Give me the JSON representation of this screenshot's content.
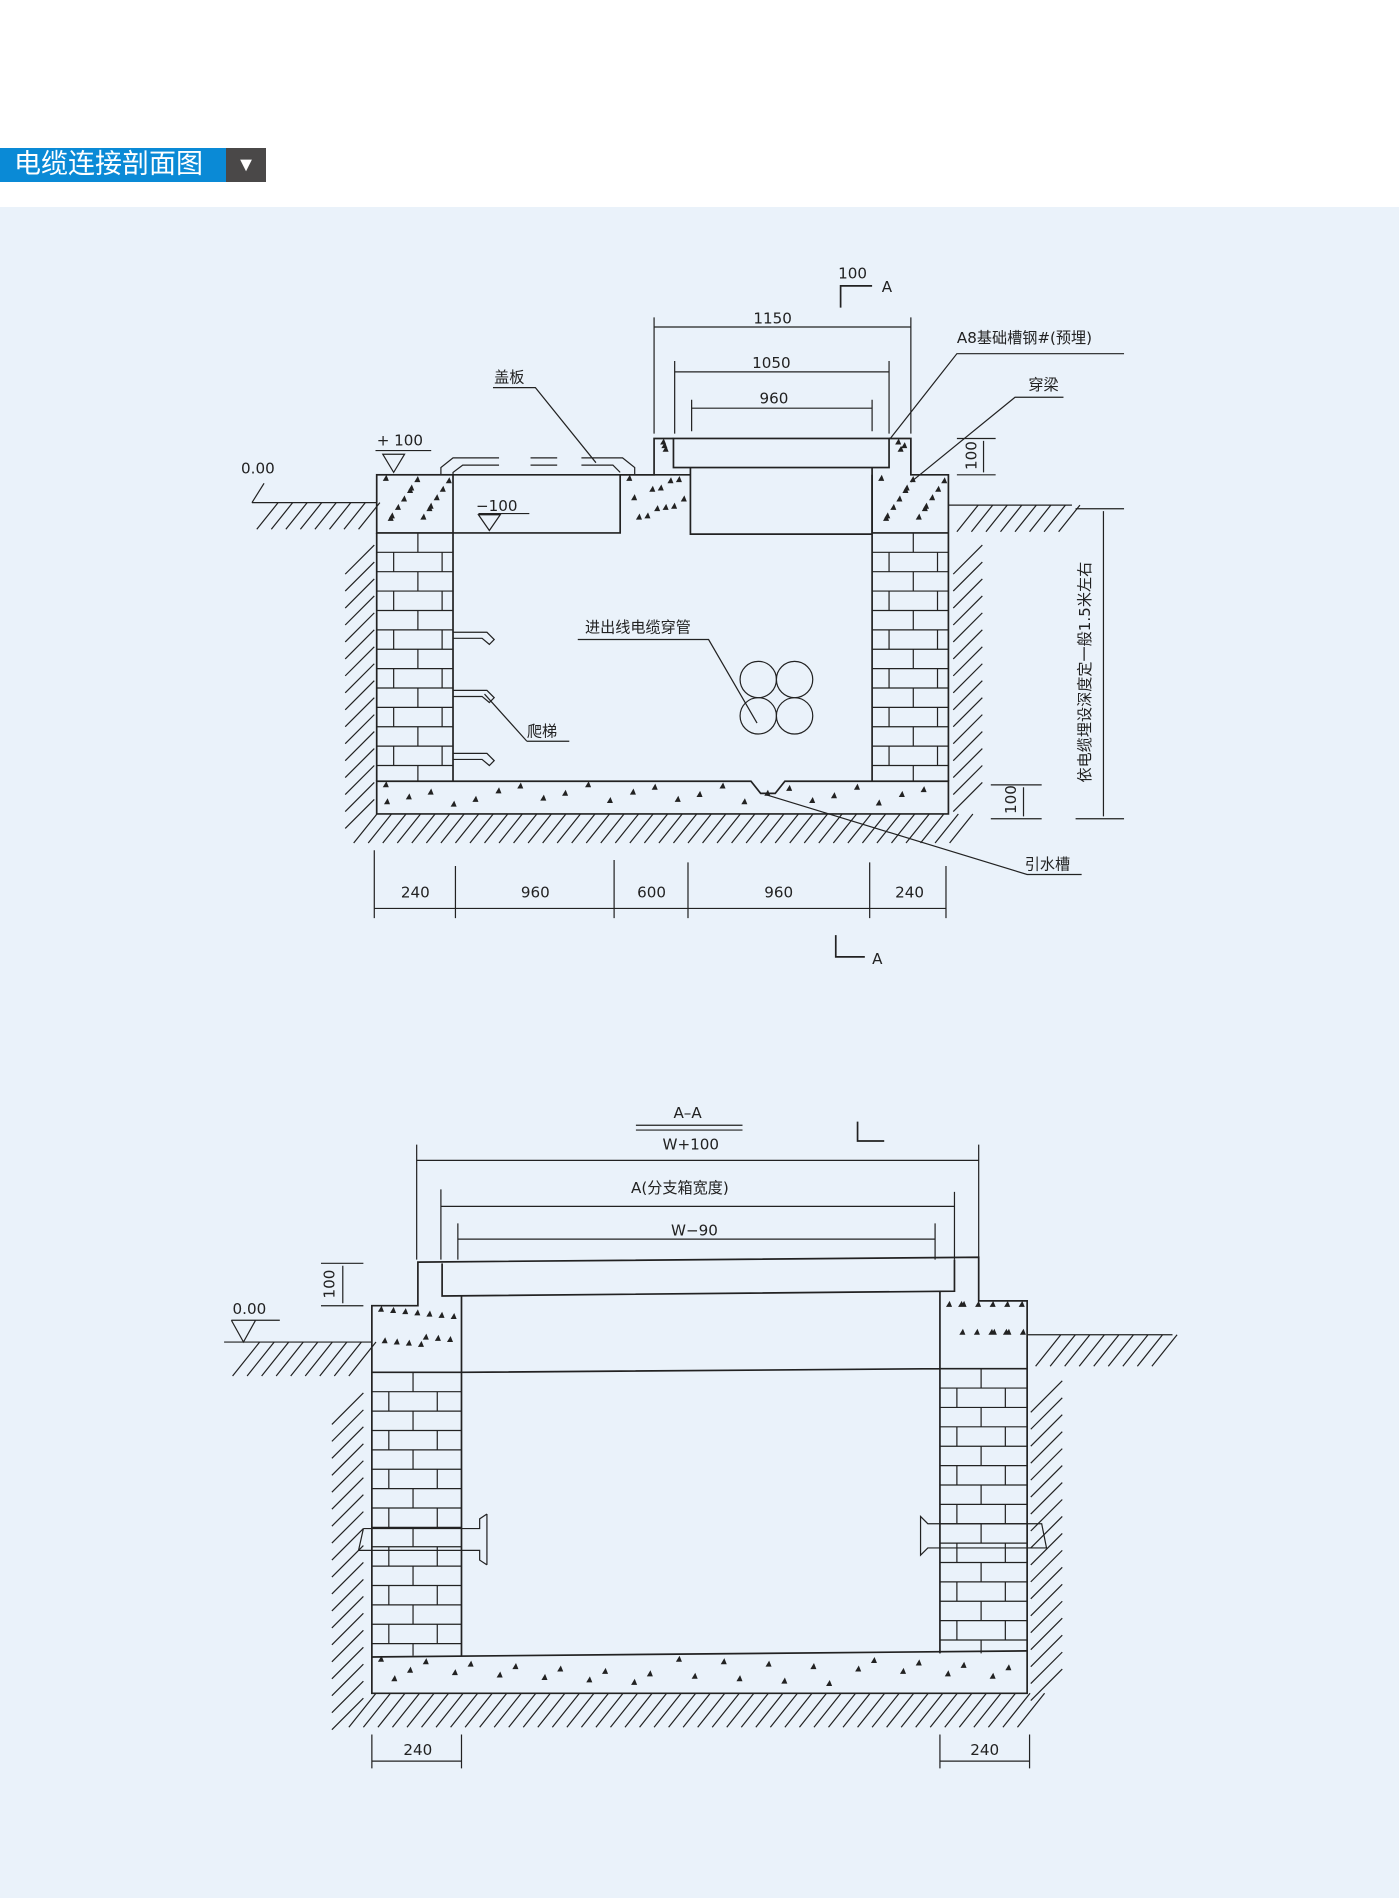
{
  "header": {
    "title": "电缆连接剖面图",
    "toggle_icon": "▼"
  },
  "colors": {
    "accent": "#0a8ad6",
    "toggle_bg": "#4a4848",
    "panel_bg": "#eaf2fa"
  },
  "section_view": {
    "section_mark": "A",
    "section_mark_offset": "100",
    "labels": {
      "cover_plate": "盖板",
      "channel_steel": "A8基础槽钢#(预埋)",
      "beam": "穿梁",
      "cable_duct": "进出线电缆穿管",
      "ladder": "爬梯",
      "drain": "引水槽",
      "depth_note": "依电缆埋设深度定一般1.5米左右"
    },
    "levels": {
      "ground": "0.00",
      "top": "+ 100",
      "inner": "−100"
    },
    "dims_top": [
      "1150",
      "1050",
      "960"
    ],
    "dim_right_top": "100",
    "dim_right_bottom": "100",
    "dims_bottom": [
      "240",
      "960",
      "600",
      "960",
      "240"
    ]
  },
  "aa_view": {
    "title": "A–A",
    "dims_top": [
      "W+100",
      "A(分支箱宽度)",
      "W−90"
    ],
    "level": "0.00",
    "dim_left": "100",
    "dims_bottom": [
      "240",
      "240"
    ]
  }
}
